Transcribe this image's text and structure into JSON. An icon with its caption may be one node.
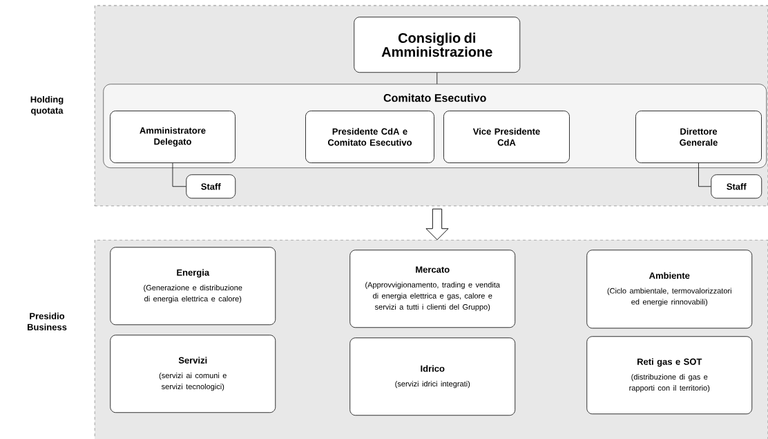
{
  "diagram": {
    "nodes": [
      {
        "text": [
          "Holding quotata"
        ]
      },
      {
        "text": [
          "Consiglio di Amministrazione"
        ],
        "in": 0
      },
      {
        "text": [
          "Comitato Esecutivo"
        ],
        "in": 0
      },
      {
        "text": [
          "Amministratore Delegato"
        ],
        "in": 2
      },
      {
        "text": [
          "Presidente CdA e Comitato Esecutivo"
        ],
        "in": 2
      },
      {
        "text": [
          "Vice Presidente CdA"
        ],
        "in": 2
      },
      {
        "text": [
          "Direttore Generale"
        ],
        "in": 2
      },
      {
        "text": [
          "Staff"
        ],
        "in": 0
      },
      {
        "text": [
          "Staff"
        ],
        "in": 0
      },
      {
        "text": [
          "Presidio Business"
        ]
      },
      {
        "text": [
          "Energia",
          "(Generazione e distribuzione di energia elettrica e calore)"
        ],
        "in": 9
      },
      {
        "text": [
          "Mercato",
          "(Approvvigionamento, trading e vendita di energia elettrica e gas, calore e servizi a tutti i clienti del Gruppo)"
        ],
        "in": 9
      },
      {
        "text": [
          "Ambiente",
          "(Ciclo ambientale, termovalorizzatori ed energie rinnovabili)"
        ],
        "in": 9
      },
      {
        "text": [
          "Servizi",
          "(servizi ai comuni e servizi tecnologici)"
        ],
        "in": 9
      },
      {
        "text": [
          "Idrico",
          "(servizi idrici integrati)"
        ],
        "in": 9
      },
      {
        "text": [
          "Reti gas e SOT",
          "(distribuzione di gas e rapporti con il territorio)"
        ],
        "in": 9
      }
    ],
    "edges": [
      {
        "from": 1,
        "to": 2,
        "arrow": "none"
      },
      {
        "from": 3,
        "to": 7,
        "arrow": "none"
      },
      {
        "from": 6,
        "to": 8,
        "arrow": "none"
      },
      {
        "from": 0,
        "to": 9,
        "arrow": "to",
        "style": "thick"
      }
    ]
  }
}
